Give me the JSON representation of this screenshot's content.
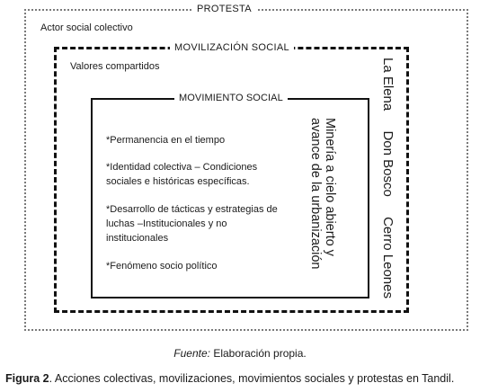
{
  "outer_title": "PROTESTA",
  "outer_subtitle": "Actor social colectivo",
  "middle_title": "MOVILIZACIÓN SOCIAL",
  "middle_subtitle": "Valores compartidos",
  "inner_title": "MOVIMIENTO SOCIAL",
  "inner_items": [
    "*Permanencia en el tiempo",
    "*Identidad colectiva – Condiciones sociales e históricas específicas.",
    "*Desarrollo de tácticas y estrategias de luchas –Institucionales y no institucionales",
    "*Fenómeno socio político"
  ],
  "vertical_theme_line1": "Minería a cielo abierto y",
  "vertical_theme_line2": "avance de la urbanización",
  "places": [
    "La Elena",
    "Don Bosco",
    "Cerro Leones"
  ],
  "source_label": "Fuente:",
  "source_text": " Elaboración propia.",
  "caption_label": "Figura 2",
  "caption_text": ". Acciones colectivas, movilizaciones, movimientos sociales y protestas en Tandil."
}
